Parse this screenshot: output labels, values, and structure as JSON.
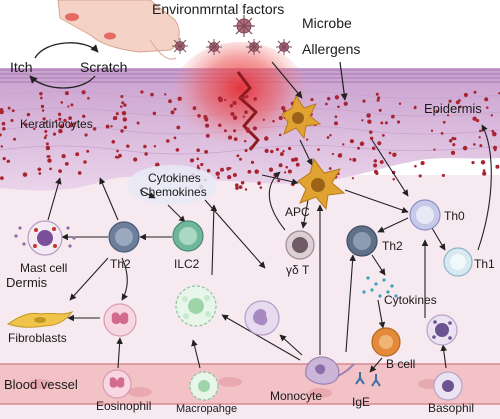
{
  "stimuli": {
    "environmental": "Environmrntal factors",
    "microbe": "Microbe",
    "allergens": "Allergens",
    "itch": "Itch",
    "scratch": "Scratch"
  },
  "layers": {
    "epidermis": "Epidermis",
    "keratinocytes": "Keratinocytes",
    "dermis": "Dermis",
    "blood_vessel": "Blood vessel"
  },
  "mediators": {
    "cytokines_chemokines_1": "Cytokines",
    "cytokines_chemokines_2": "Chemokines",
    "cytokines": "Cytokines"
  },
  "cells": {
    "apc": "APC",
    "th0": "Th0",
    "th1": "Th1",
    "th2_left": "Th2",
    "th2_right": "Th2",
    "ilc2": "ILC2",
    "gd_t": "γδ T",
    "mast_cell": "Mast cell",
    "fibroblasts": "Fibroblasts",
    "b_cell": "B cell",
    "ige": "IgE",
    "eosinophil": "Eosinophil",
    "macrophage": "Macropahge",
    "monocyte": "Monocyte",
    "basophil": "Basophil"
  },
  "colors": {
    "epidermis": "#d9b5d6",
    "dermis": "#f7e7ef",
    "vessel": "#f2c4c8",
    "lesion": "#e8323a",
    "dots": "#a82431",
    "apc": "#e0a331",
    "t_cell": "#6c7e9a",
    "th0": "#c7c9e8",
    "ilc2": "#6fb79a"
  }
}
